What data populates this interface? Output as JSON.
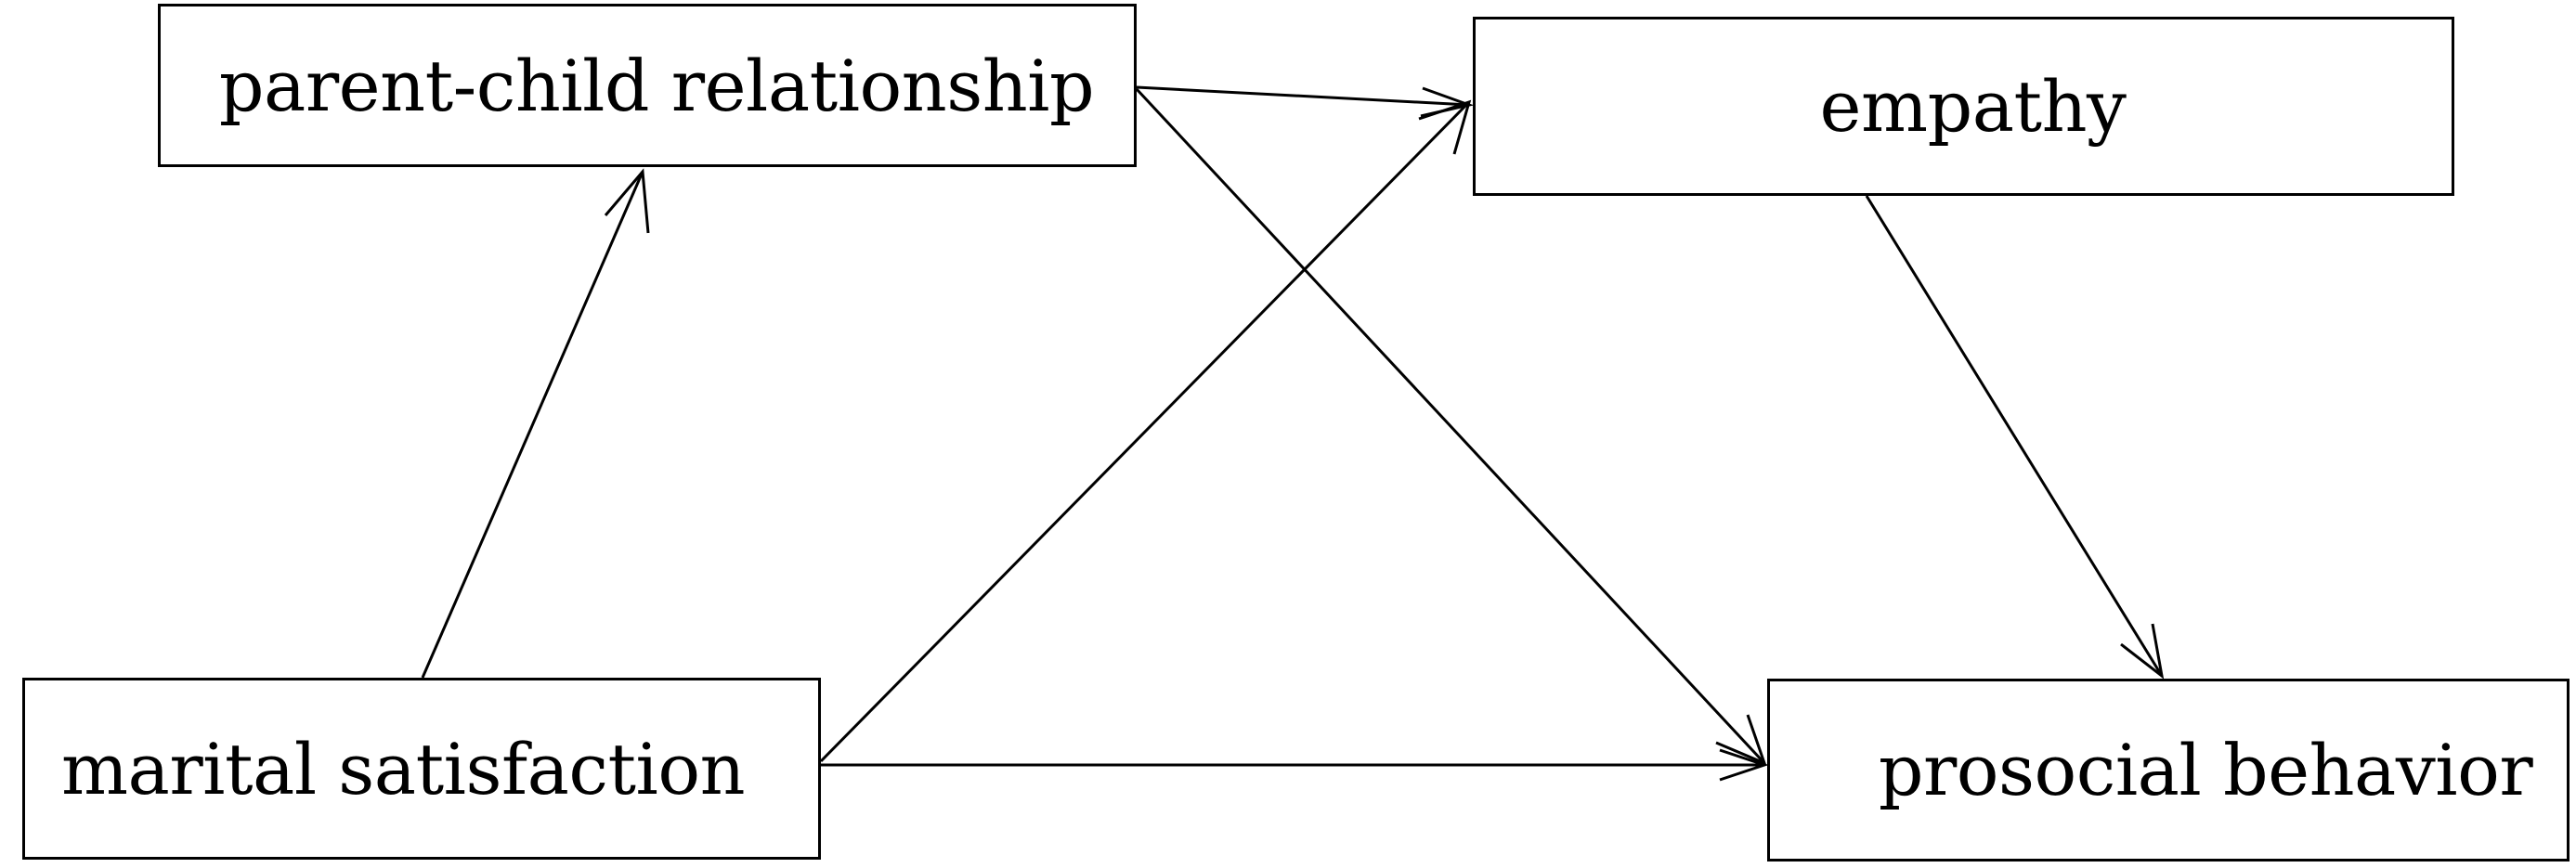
{
  "diagram": {
    "nodes": {
      "parent_child_relationship": "parent-child relationship",
      "empathy": "empathy",
      "marital_satisfaction": "marital satisfaction",
      "prosocial_behavior": "prosocial behavior"
    },
    "edges": [
      {
        "from": "marital_satisfaction",
        "to": "parent_child_relationship"
      },
      {
        "from": "marital_satisfaction",
        "to": "empathy"
      },
      {
        "from": "marital_satisfaction",
        "to": "prosocial_behavior"
      },
      {
        "from": "parent_child_relationship",
        "to": "empathy"
      },
      {
        "from": "parent_child_relationship",
        "to": "prosocial_behavior"
      },
      {
        "from": "empathy",
        "to": "prosocial_behavior"
      }
    ]
  }
}
